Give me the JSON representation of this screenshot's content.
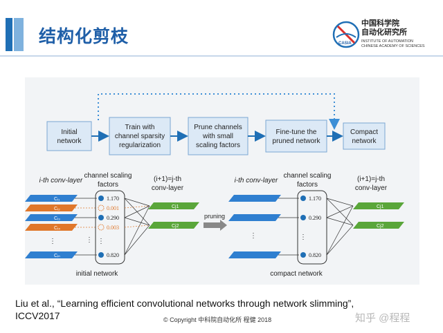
{
  "slide": {
    "title": "结构化剪枝",
    "logo": {
      "line1": "中国科学院",
      "line2": "自动化研究所",
      "en1": "INSTITUTE OF AUTOMATION",
      "en2": "CHINESE ACADEMY OF SCIENCES",
      "mark": "CASIA"
    },
    "caption_line1": "Liu et al., “Learning efficient convolutional networks through network slimming”,",
    "caption_line2": "ICCV2017",
    "copyright": "© Copyright 中科院自动化所 程健 2018",
    "watermark": "知乎 @程程"
  },
  "flow": {
    "step1": [
      "Initial",
      "network"
    ],
    "step2": [
      "Train with",
      "channel sparsity",
      "regularization"
    ],
    "step3": [
      "Prune channels",
      "with small",
      "scaling factors"
    ],
    "step4": [
      "Fine-tune the",
      "pruned network"
    ],
    "step5": [
      "Compact",
      "network"
    ]
  },
  "left_net": {
    "conv_label": "i-th conv-layer",
    "scaling_label1": "channel scaling",
    "scaling_label2": "factors",
    "next_label1": "(i+1)=j-th",
    "next_label2": "conv-layer",
    "bottom_label": "initial network",
    "channels": [
      "Cᵢ₁",
      "Cᵢ₂",
      "Cᵢ₃",
      "Cᵢ₄",
      "Cᵢₙ"
    ],
    "factors": [
      "1.170",
      "0.001",
      "0.290",
      "0.003",
      "0.820"
    ],
    "out_channels": [
      "Cj1",
      "Cj2"
    ]
  },
  "pruning_label": "pruning",
  "right_net": {
    "conv_label": "i-th conv-layer",
    "scaling_label1": "channel scaling",
    "scaling_label2": "factors",
    "next_label1": "(i+1)=j-th",
    "next_label2": "conv-layer",
    "bottom_label": "compact network",
    "factors": [
      "1.170",
      "0.290",
      "0.820"
    ]
  },
  "colors": {
    "accent": "#1f5fa8",
    "flow_box": "#dce9f6",
    "kept_channel": "#2f7fd0",
    "pruned_channel": "#e0772a",
    "out_channel": "#5aa63a"
  }
}
